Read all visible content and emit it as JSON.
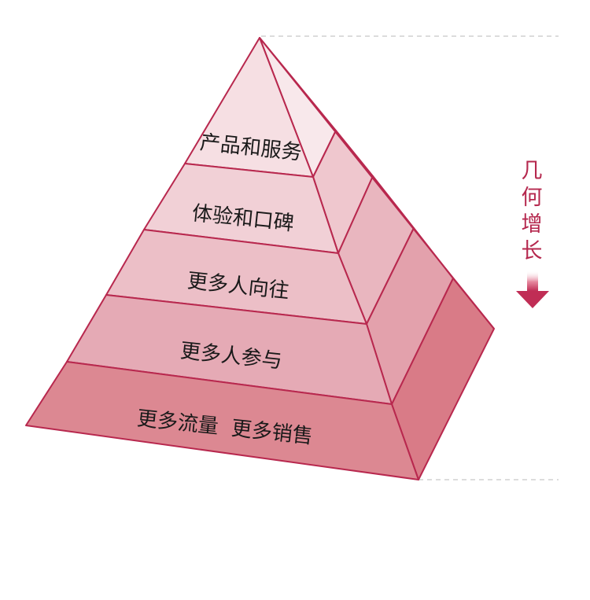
{
  "layers": [
    {
      "label": "产品和服务"
    },
    {
      "label": "体验和口碑"
    },
    {
      "label": "更多人向往"
    },
    {
      "label": "更多人参与"
    },
    {
      "label": "更多流量  更多销售"
    }
  ],
  "side_label": {
    "chars": [
      "几",
      "何",
      "增",
      "长"
    ]
  },
  "colors": {
    "stroke": "#b8284e",
    "front_fills": [
      "#f6dfe3",
      "#f1d0d6",
      "#ecbfc7",
      "#e5aab5",
      "#dc8892"
    ],
    "side_fills": [
      "#f8e8eb",
      "#efc7ce",
      "#e9b6bf",
      "#e3a1ac",
      "#d97b87"
    ],
    "text": "#1a1a1a",
    "accent": "#b5284e",
    "arrow": "#c02d55",
    "dashed_line": "#c8c8c8"
  },
  "icons": {
    "growth_arrow": "arrow-down-icon"
  }
}
